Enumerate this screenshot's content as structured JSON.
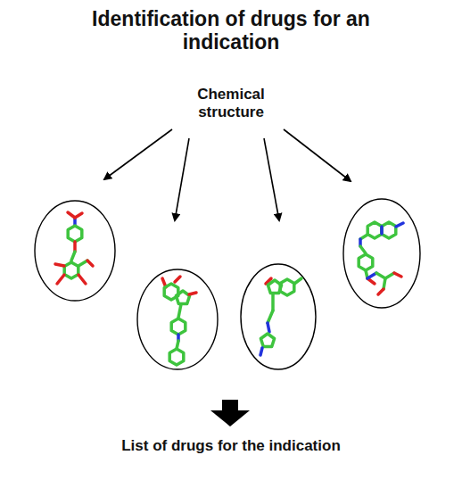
{
  "diagram": {
    "title": "Identification of drugs for an indication",
    "labels": [
      "Chemical structure",
      "List of drugs for the indication"
    ]
  }
}
